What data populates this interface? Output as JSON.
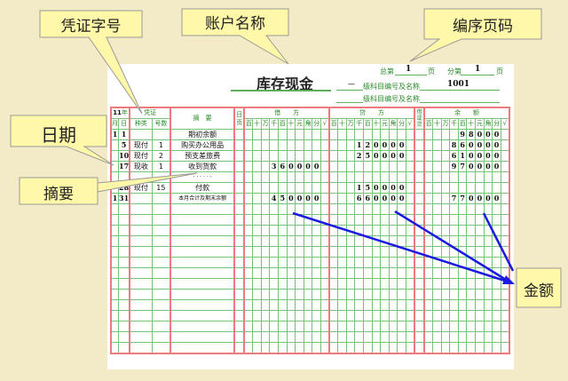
{
  "callouts": {
    "voucher": "凭证字号",
    "account": "账户名称",
    "page_no": "编序页码",
    "date": "日期",
    "summary": "摘要",
    "amount": "金额"
  },
  "ledger": {
    "title": "库存现金",
    "total_page_label": "总第",
    "total_page": "1",
    "page_unit": "页",
    "sub_page_label": "分第",
    "sub_page": "1",
    "level1_prefix": "一",
    "level1_label": "级科目编号及名称",
    "level1_value": "1001",
    "level2_label": "级科目编号及名称",
    "year": "11",
    "year_label": "年",
    "headers": {
      "voucher": "凭证",
      "summary": "摘　要",
      "day_page": "日页",
      "debit": "借　　方",
      "credit": "贷　　方",
      "dr_cr": "借或贷",
      "balance": "余　　额",
      "month": "月",
      "day": "日",
      "kind": "种类",
      "number": "号数"
    },
    "digit_headers": [
      "百",
      "十",
      "万",
      "千",
      "百",
      "十",
      "元",
      "角",
      "分",
      "√"
    ],
    "rows": [
      {
        "month": "1",
        "day": "1",
        "kind": "",
        "no": "",
        "summary": "期初余额",
        "debit": "",
        "credit": "",
        "balance": "98000"
      },
      {
        "month": "",
        "day": "5",
        "kind": "现付",
        "no": "1",
        "summary": "购买办公用品",
        "debit": "",
        "credit": "120000",
        "balance": "860000"
      },
      {
        "month": "",
        "day": "10",
        "kind": "现付",
        "no": "2",
        "summary": "预支差旅费",
        "debit": "",
        "credit": "250000",
        "balance": "610000"
      },
      {
        "month": "",
        "day": "17",
        "kind": "现收",
        "no": "1",
        "summary": "收到货款",
        "debit": "360000",
        "credit": "",
        "balance": "970000"
      },
      {
        "month": "",
        "day": "",
        "kind": "",
        "no": "",
        "summary": "· · · · · ·",
        "debit": "",
        "credit": "",
        "balance": ""
      },
      {
        "month": "",
        "day": "28",
        "kind": "现付",
        "no": "15",
        "summary": "付款",
        "debit": "",
        "credit": "150000",
        "balance": ""
      },
      {
        "month": "1",
        "day": "31",
        "kind": "",
        "no": "",
        "summary": "本月合计及期末余额",
        "debit": "450000",
        "credit": "660000",
        "balance": "770000"
      }
    ],
    "empty_rows": 14
  },
  "colors": {
    "background": "#f3ebc8",
    "callout": "#fff8a8",
    "arrow": "#1a1ae0",
    "grid_green": "#7bc07b",
    "grid_red": "#ee7b7b"
  }
}
